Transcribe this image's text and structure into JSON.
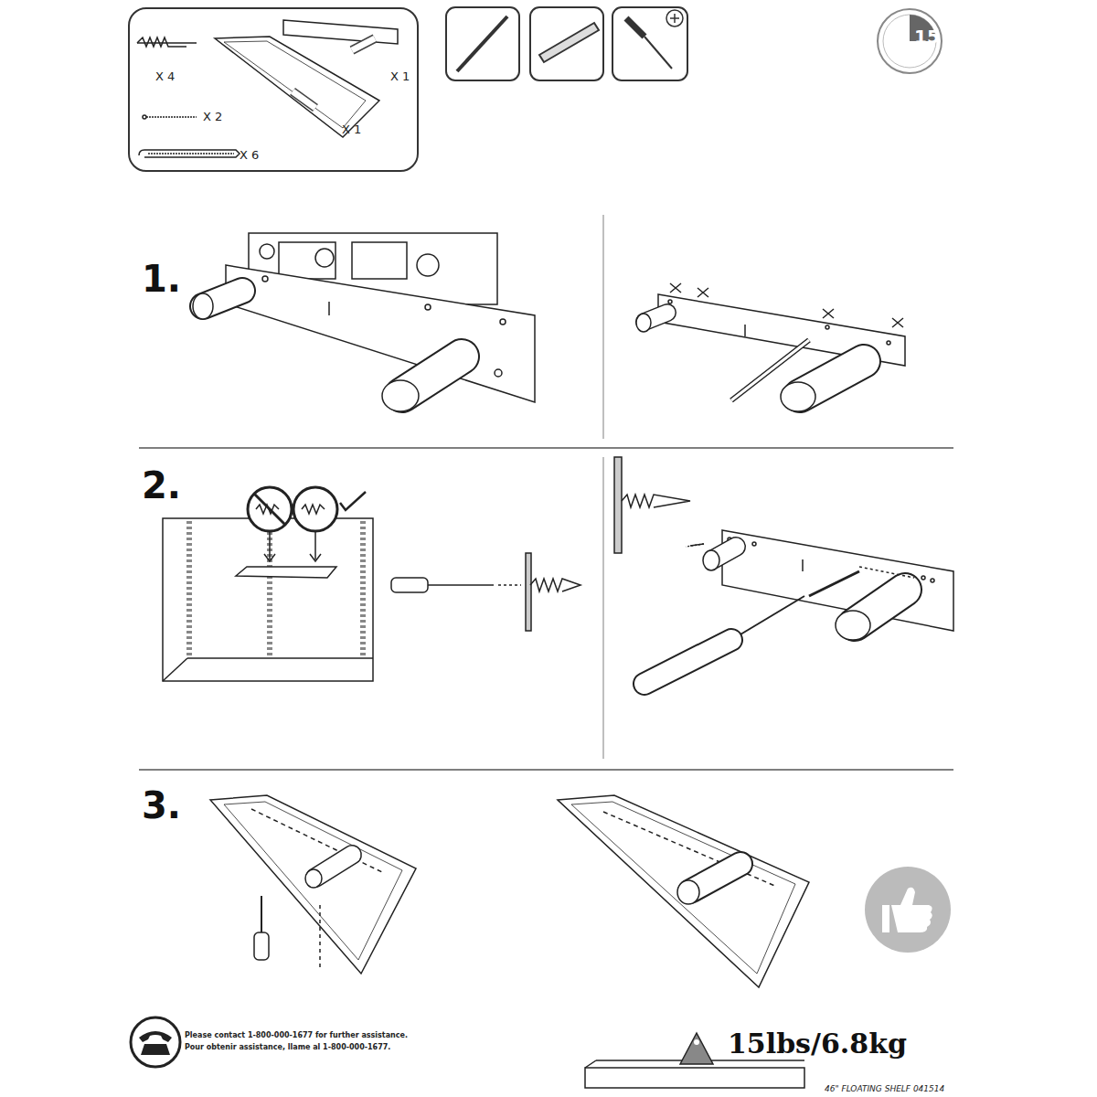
{
  "diagram": {
    "nodes": [
      {
        "text": [
          "X 4",
          "X 1",
          "X 2",
          "X 6",
          "X 1"
        ]
      },
      {
        "text": [
          "15"
        ]
      }
    ],
    "labels": [
      "1.",
      "2.",
      "3.",
      "Please contact 1-800-000-1677 for further assistance.",
      "Pour obtenir assistance, llame al 1-800-000-1677.",
      "15lbs/6.8kg",
      "46\" FLOATING SHELF 041514"
    ]
  }
}
